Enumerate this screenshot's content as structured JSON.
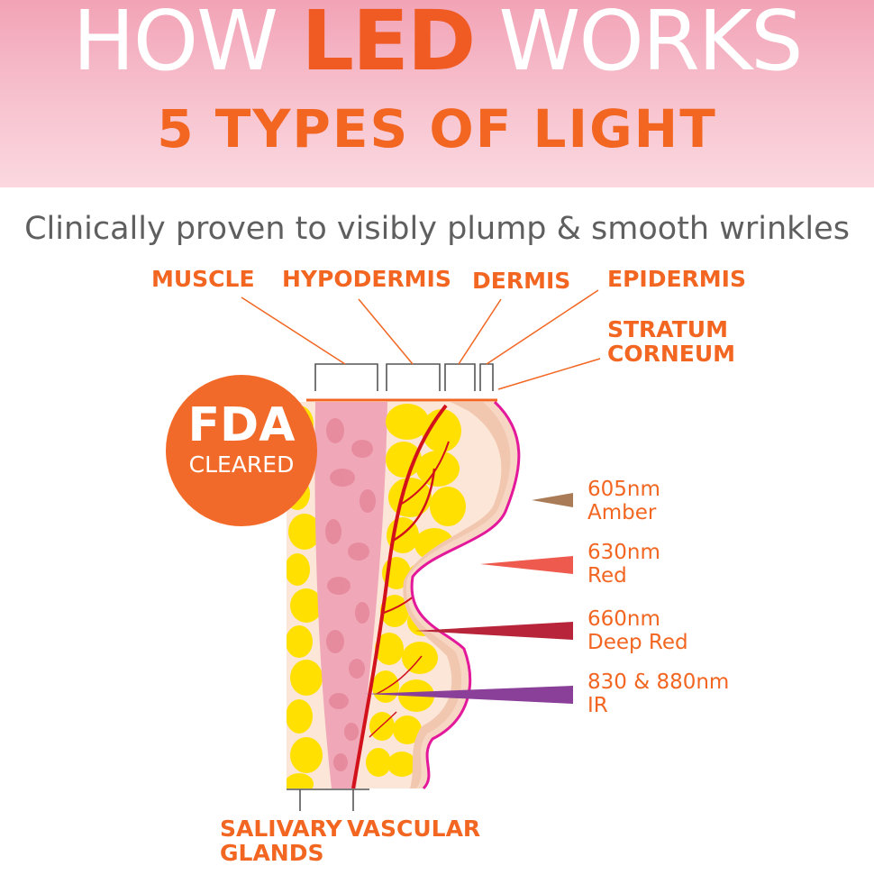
{
  "header": {
    "title_prefix": "HOW ",
    "title_accent": "LED",
    "title_suffix": " WORKS",
    "subtitle": "5 TYPES OF LIGHT"
  },
  "tagline": "Clinically proven to visibly plump & smooth wrinkles",
  "badge": {
    "main": "FDA",
    "sub": "CLEARED"
  },
  "layers": {
    "muscle": "MUSCLE",
    "hypodermis": "HYPODERMIS",
    "dermis": "DERMIS",
    "epidermis": "EPIDERMIS",
    "stratum_1": "STRATUM",
    "stratum_2": "CORNEUM",
    "salivary_1": "SALIVARY",
    "salivary_2": "GLANDS",
    "vascular": "VASCULAR"
  },
  "wavelengths": [
    {
      "nm": "605nm",
      "name": "Amber",
      "color": "#a97b56"
    },
    {
      "nm": "630nm",
      "name": "Red",
      "color": "#ee5a4e"
    },
    {
      "nm": "660nm",
      "name": "Deep Red",
      "color": "#b8253a"
    },
    {
      "nm": "830 & 880nm",
      "name": "IR",
      "color": "#8a3f98"
    }
  ],
  "colors": {
    "accent": "#f26622",
    "header_pink": "#f7c3cf",
    "fat_yellow": "#ffe000",
    "muscle_pink": "#f0a8b8",
    "dermis_beige": "#f2c7b0",
    "surface_magenta": "#e3189a",
    "vessel_red": "#d2111a"
  }
}
